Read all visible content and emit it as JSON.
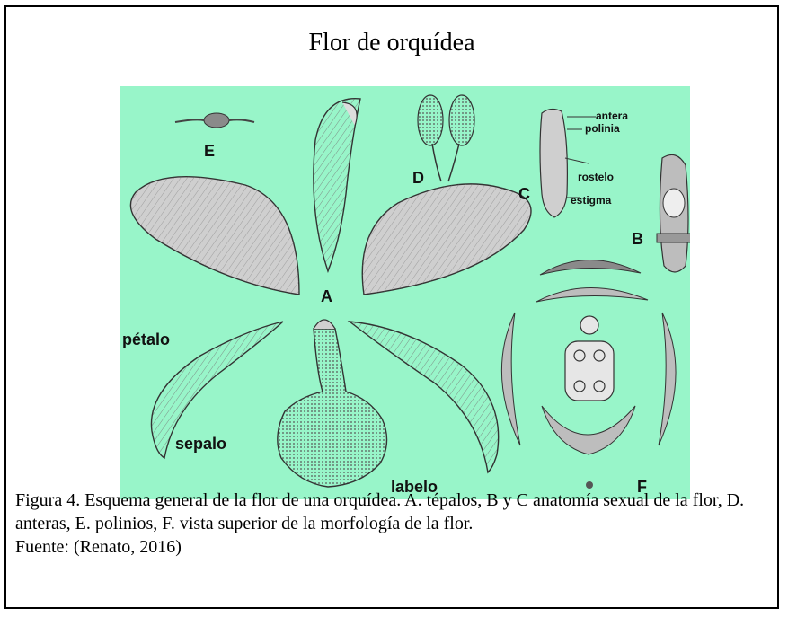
{
  "title": "Flor de orquídea",
  "figure": {
    "background_color": "#98f5c9",
    "labels": {
      "A": "A",
      "B": "B",
      "C": "C",
      "D": "D",
      "E": "E",
      "F": "F",
      "petalo": "pétalo",
      "sepalo": "sepalo",
      "labelo": "labelo",
      "antera": "antera",
      "polinia": "polinia",
      "rostelo": "rostelo",
      "estigma": "estigma"
    }
  },
  "caption": {
    "text": "Figura 4. Esquema general de la flor de una orquídea. A. tépalos, B y C anatomía sexual de la flor, D. anteras, E. polinios, F. vista superior de la morfología de la flor.",
    "source": "Fuente: (Renato, 2016)"
  }
}
